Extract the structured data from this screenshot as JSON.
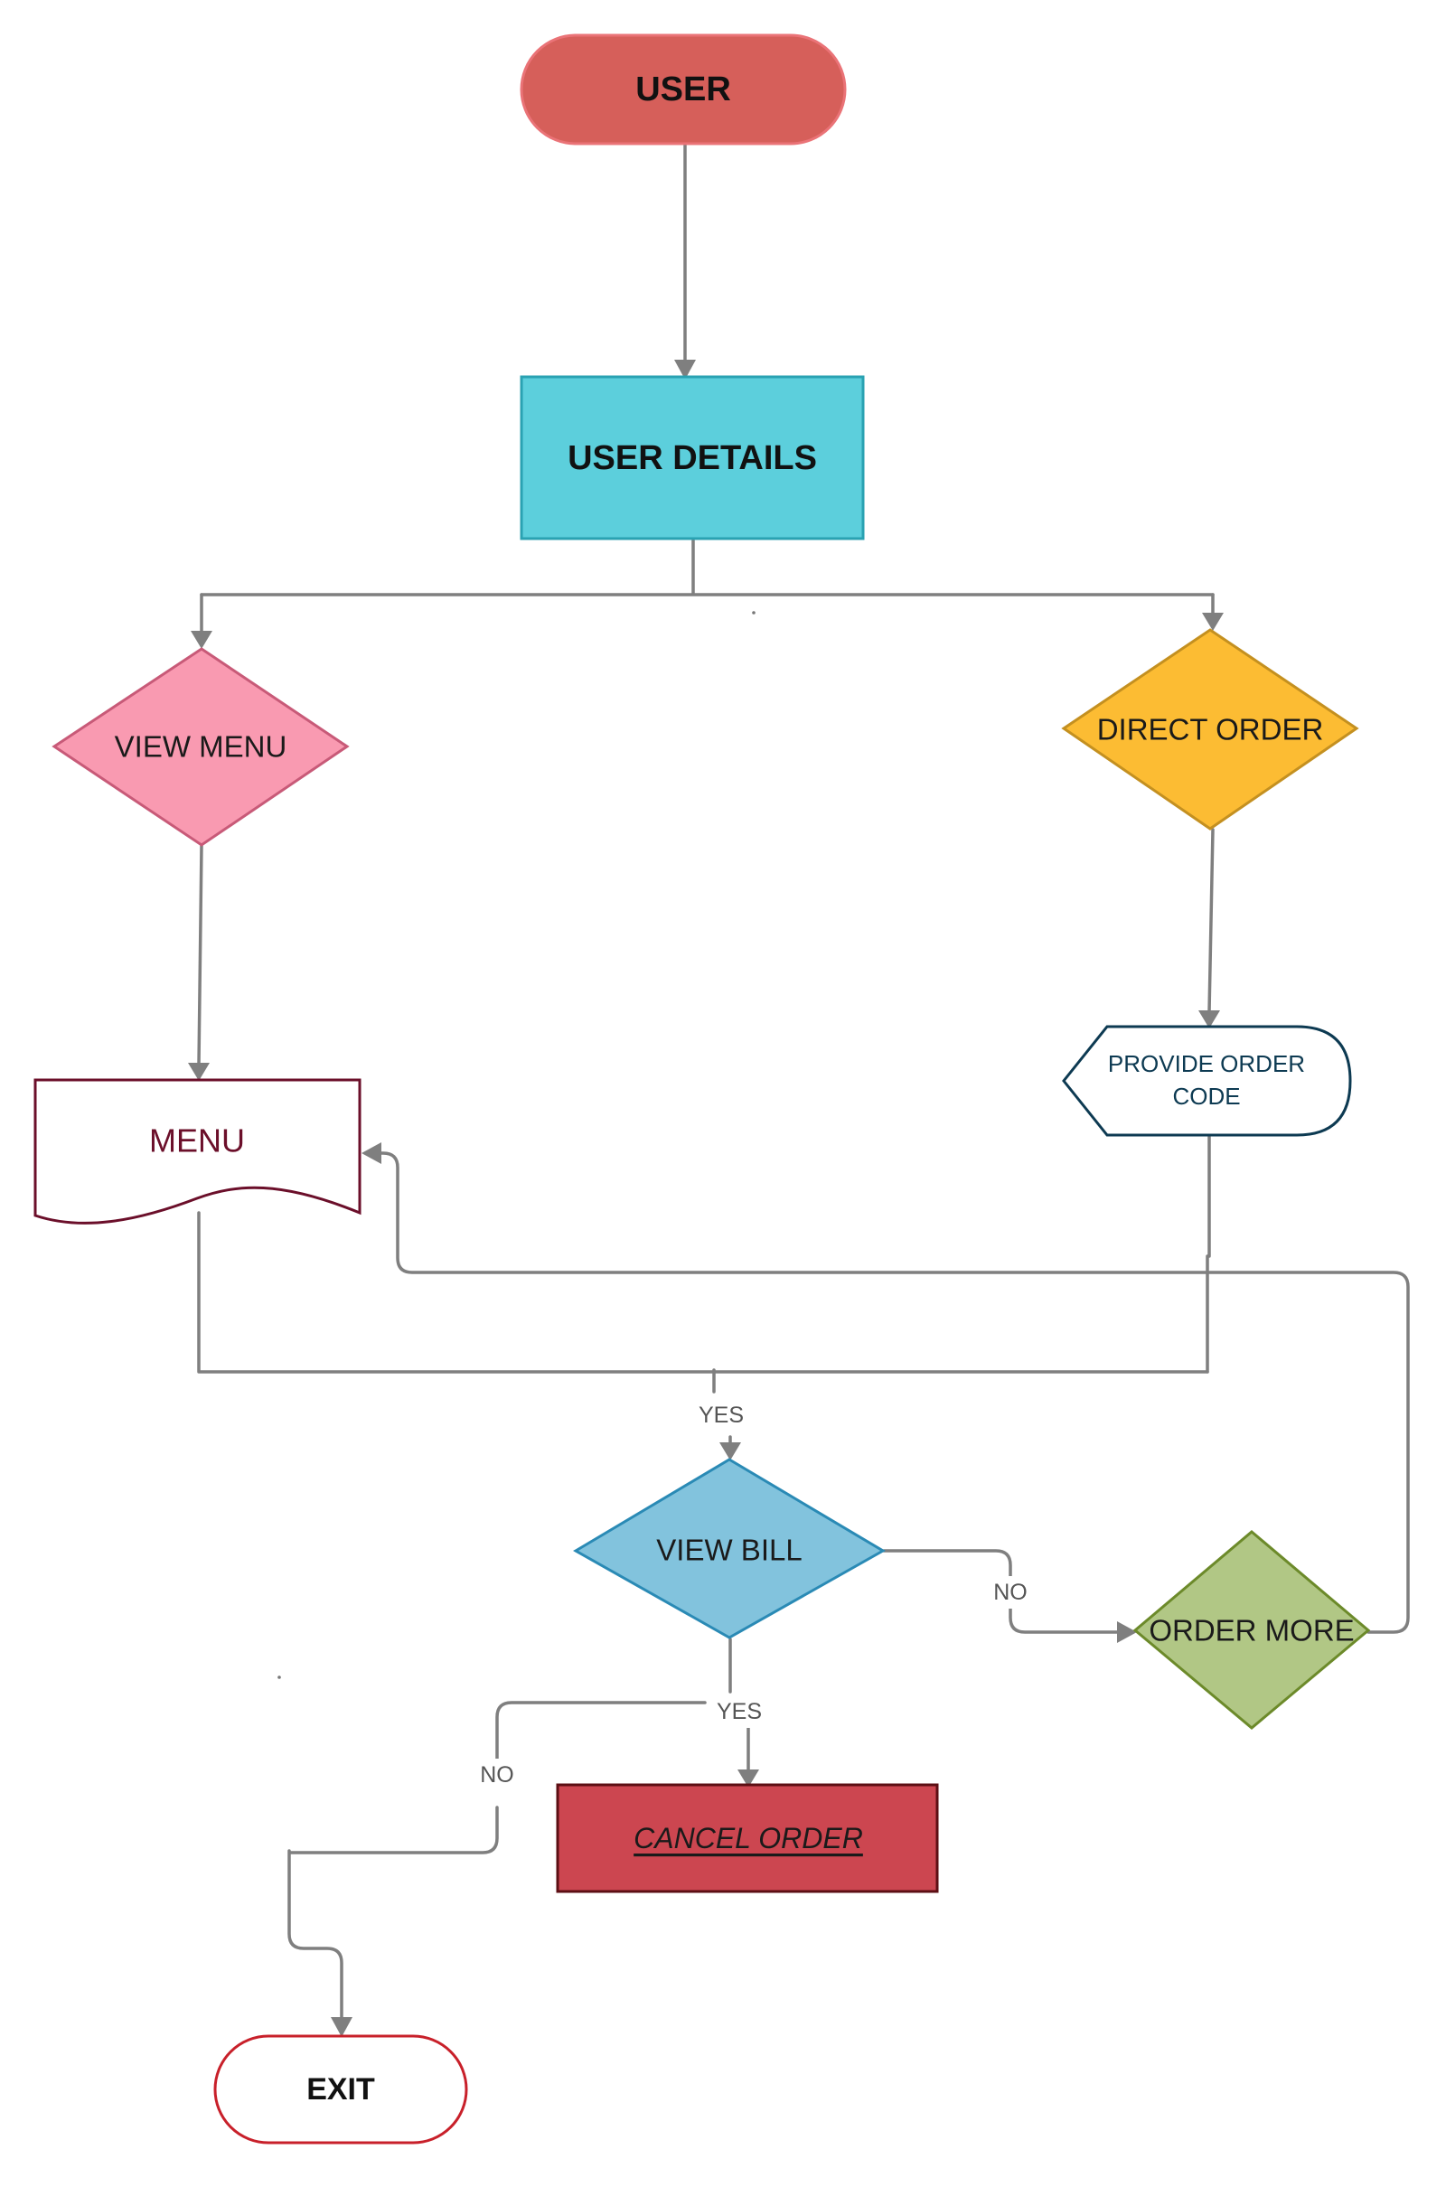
{
  "colors": {
    "connector": "#7f7f7f",
    "user": "#d65f5a",
    "user_details": "#5ccfdc",
    "view_menu": "#f99ab1",
    "direct_order": "#fcbc33",
    "menu_document": "#ffffff",
    "provide_order_code": "#ffffff",
    "view_bill": "#82c3dd",
    "order_more": "#b1c785",
    "cancel_order": "#cc4650",
    "exit": "#ffffff"
  },
  "nodes": {
    "user": {
      "label": "USER",
      "shape": "terminator"
    },
    "user_details": {
      "label": "USER DETAILS",
      "shape": "process"
    },
    "view_menu": {
      "label": "VIEW MENU",
      "shape": "decision"
    },
    "direct_order": {
      "label": "DIRECT ORDER",
      "shape": "decision"
    },
    "menu": {
      "label": "MENU",
      "shape": "document"
    },
    "provide_order_code": {
      "label_line1": "PROVIDE ORDER",
      "label_line2": "CODE",
      "shape": "display"
    },
    "view_bill": {
      "label": "VIEW BILL",
      "shape": "decision"
    },
    "order_more": {
      "label": "ORDER MORE",
      "shape": "decision"
    },
    "cancel_order": {
      "label": "CANCEL ORDER",
      "shape": "process"
    },
    "exit": {
      "label": "EXIT",
      "shape": "terminator"
    }
  },
  "edge_labels": {
    "into_view_bill": "YES",
    "view_bill_to_order_more": "NO",
    "view_bill_to_cancel_order": "YES",
    "view_bill_to_exit": "NO"
  }
}
